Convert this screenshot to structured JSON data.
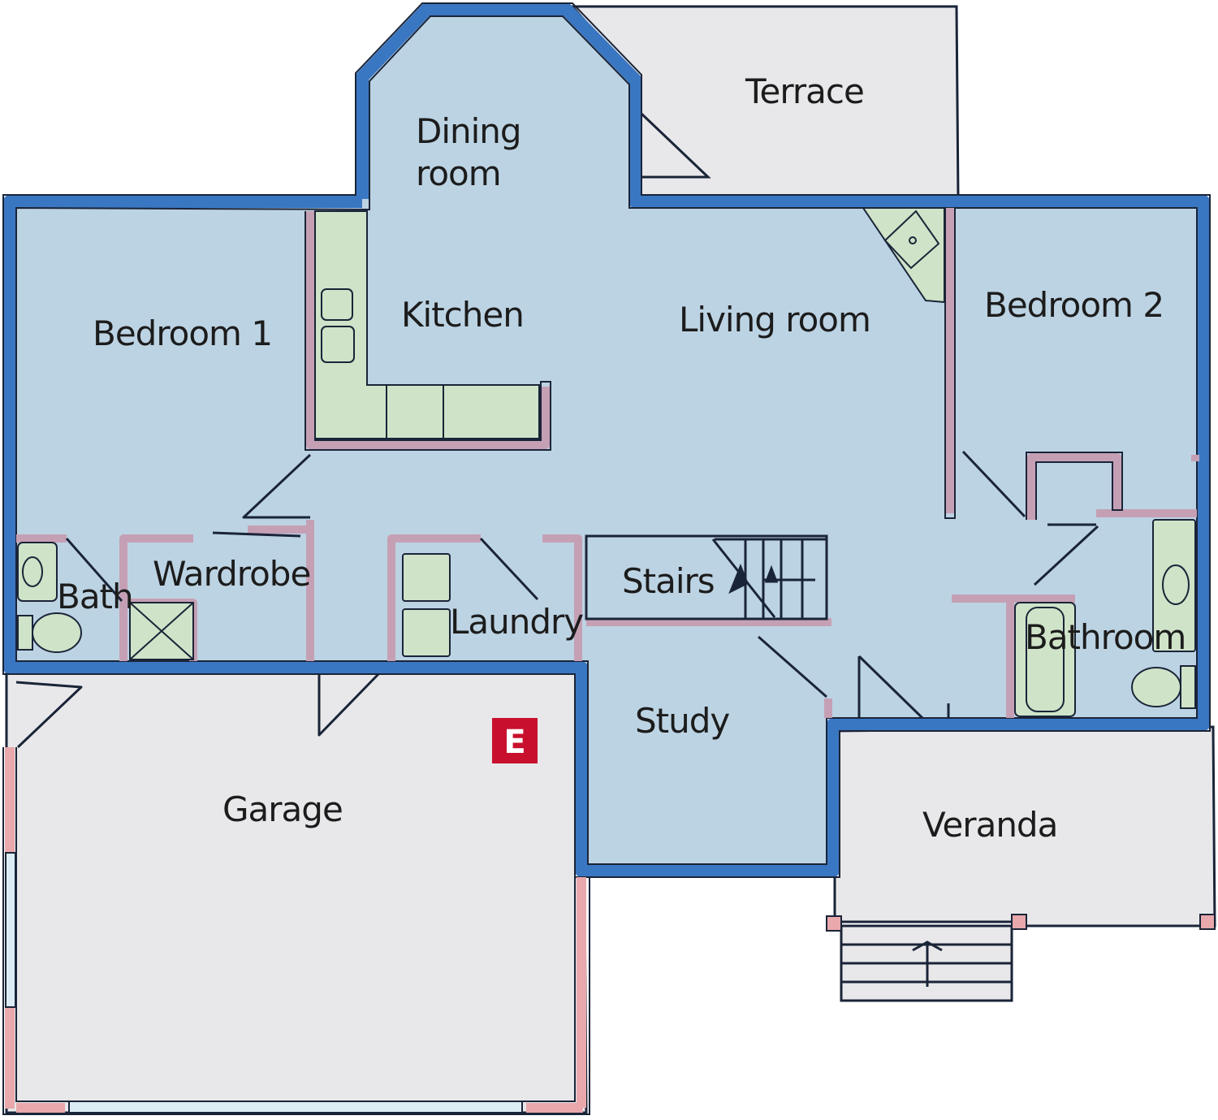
{
  "rooms": {
    "terrace": "Terrace",
    "dining": [
      "Dining",
      "room"
    ],
    "bedroom1": "Bedroom 1",
    "kitchen": "Kitchen",
    "living": "Living room",
    "bedroom2": "Bedroom 2",
    "bath": "Bath",
    "wardrobe": "Wardrobe",
    "laundry": "Laundry",
    "stairs": "Stairs",
    "bathroom": "Bathroom",
    "study": "Study",
    "garage": "Garage",
    "veranda": "Veranda"
  },
  "entrance_marker": "E",
  "colors": {
    "interior": "#bcd3e3",
    "outdoor": "#e8e8ea",
    "exterior_wall": "#3a77c2",
    "interior_wall": "#c5a0b4",
    "fixture": "#cfe3c8",
    "garage_wall": "#e8a8ac",
    "entrance_badge": "#c8102e",
    "outline": "#1a2438"
  }
}
